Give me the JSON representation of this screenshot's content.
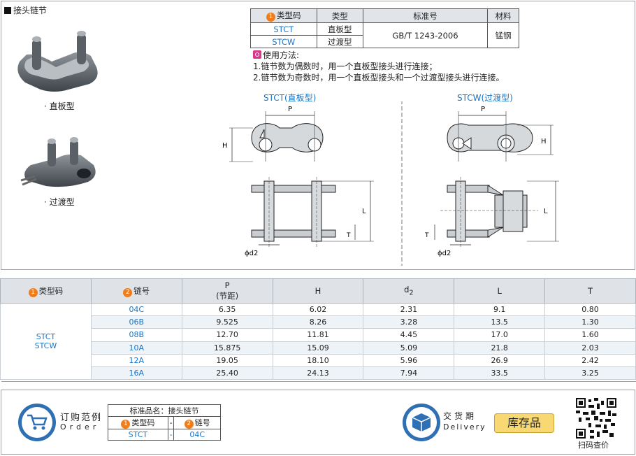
{
  "title": "接头链节",
  "photos": {
    "label_straight": "· 直板型",
    "label_offset": "· 过渡型"
  },
  "spec_table": {
    "headers": [
      "类型码",
      "类型",
      "标准号",
      "材料"
    ],
    "header_num": "1",
    "rows": [
      {
        "code": "STCT",
        "type": "直板型"
      },
      {
        "code": "STCW",
        "type": "过渡型"
      }
    ],
    "standard": "GB/T 1243-2006",
    "material": "锰钢"
  },
  "usage": {
    "title": "使用方法:",
    "lines": [
      "1.链节数为偶数时，用一个直板型接头进行连接；",
      "2.链节数为奇数时，用一个直板型接头和一个过渡型接头进行连接。"
    ]
  },
  "diagram": {
    "left_label": "STCT(直板型)",
    "right_label": "STCW(过渡型)",
    "dims": {
      "P": "P",
      "H": "H",
      "L": "L",
      "T": "T",
      "d2": "ϕd2"
    }
  },
  "data_table": {
    "headers": {
      "type_code": "类型码",
      "chain_no": "链号",
      "P": "P",
      "P_sub": "(节距)",
      "H": "H",
      "d2": "d",
      "d2_sub": "2",
      "L": "L",
      "T": "T"
    },
    "type_codes": [
      "STCT",
      "STCW"
    ],
    "rows": [
      {
        "chain": "04C",
        "P": "6.35",
        "H": "6.02",
        "d2": "2.31",
        "L": "9.1",
        "T": "0.80"
      },
      {
        "chain": "06B",
        "P": "9.525",
        "H": "8.26",
        "d2": "3.28",
        "L": "13.5",
        "T": "1.30"
      },
      {
        "chain": "08B",
        "P": "12.70",
        "H": "11.81",
        "d2": "4.45",
        "L": "17.0",
        "T": "1.60"
      },
      {
        "chain": "10A",
        "P": "15.875",
        "H": "15.09",
        "d2": "5.09",
        "L": "21.8",
        "T": "2.03"
      },
      {
        "chain": "12A",
        "P": "19.05",
        "H": "18.10",
        "d2": "5.96",
        "L": "26.9",
        "T": "2.42"
      },
      {
        "chain": "16A",
        "P": "25.40",
        "H": "24.13",
        "d2": "7.94",
        "L": "33.5",
        "T": "3.25"
      }
    ]
  },
  "order": {
    "title_cn": "订购范例",
    "title_en": "Order",
    "std_name": "标准品名：接头链节",
    "col_type": "类型码",
    "col_chain": "链号",
    "dash": "-",
    "example_type": "STCT",
    "example_chain": "04C"
  },
  "delivery": {
    "title_cn": "交货期",
    "title_en": "Delivery",
    "badge": "库存品"
  },
  "qr": {
    "caption": "扫码查价"
  },
  "colors": {
    "accent": "#1a74c6",
    "badge_orange": "#f07d1a",
    "header_bg": "#dfe3e8",
    "stock_bg": "#f7d873"
  }
}
